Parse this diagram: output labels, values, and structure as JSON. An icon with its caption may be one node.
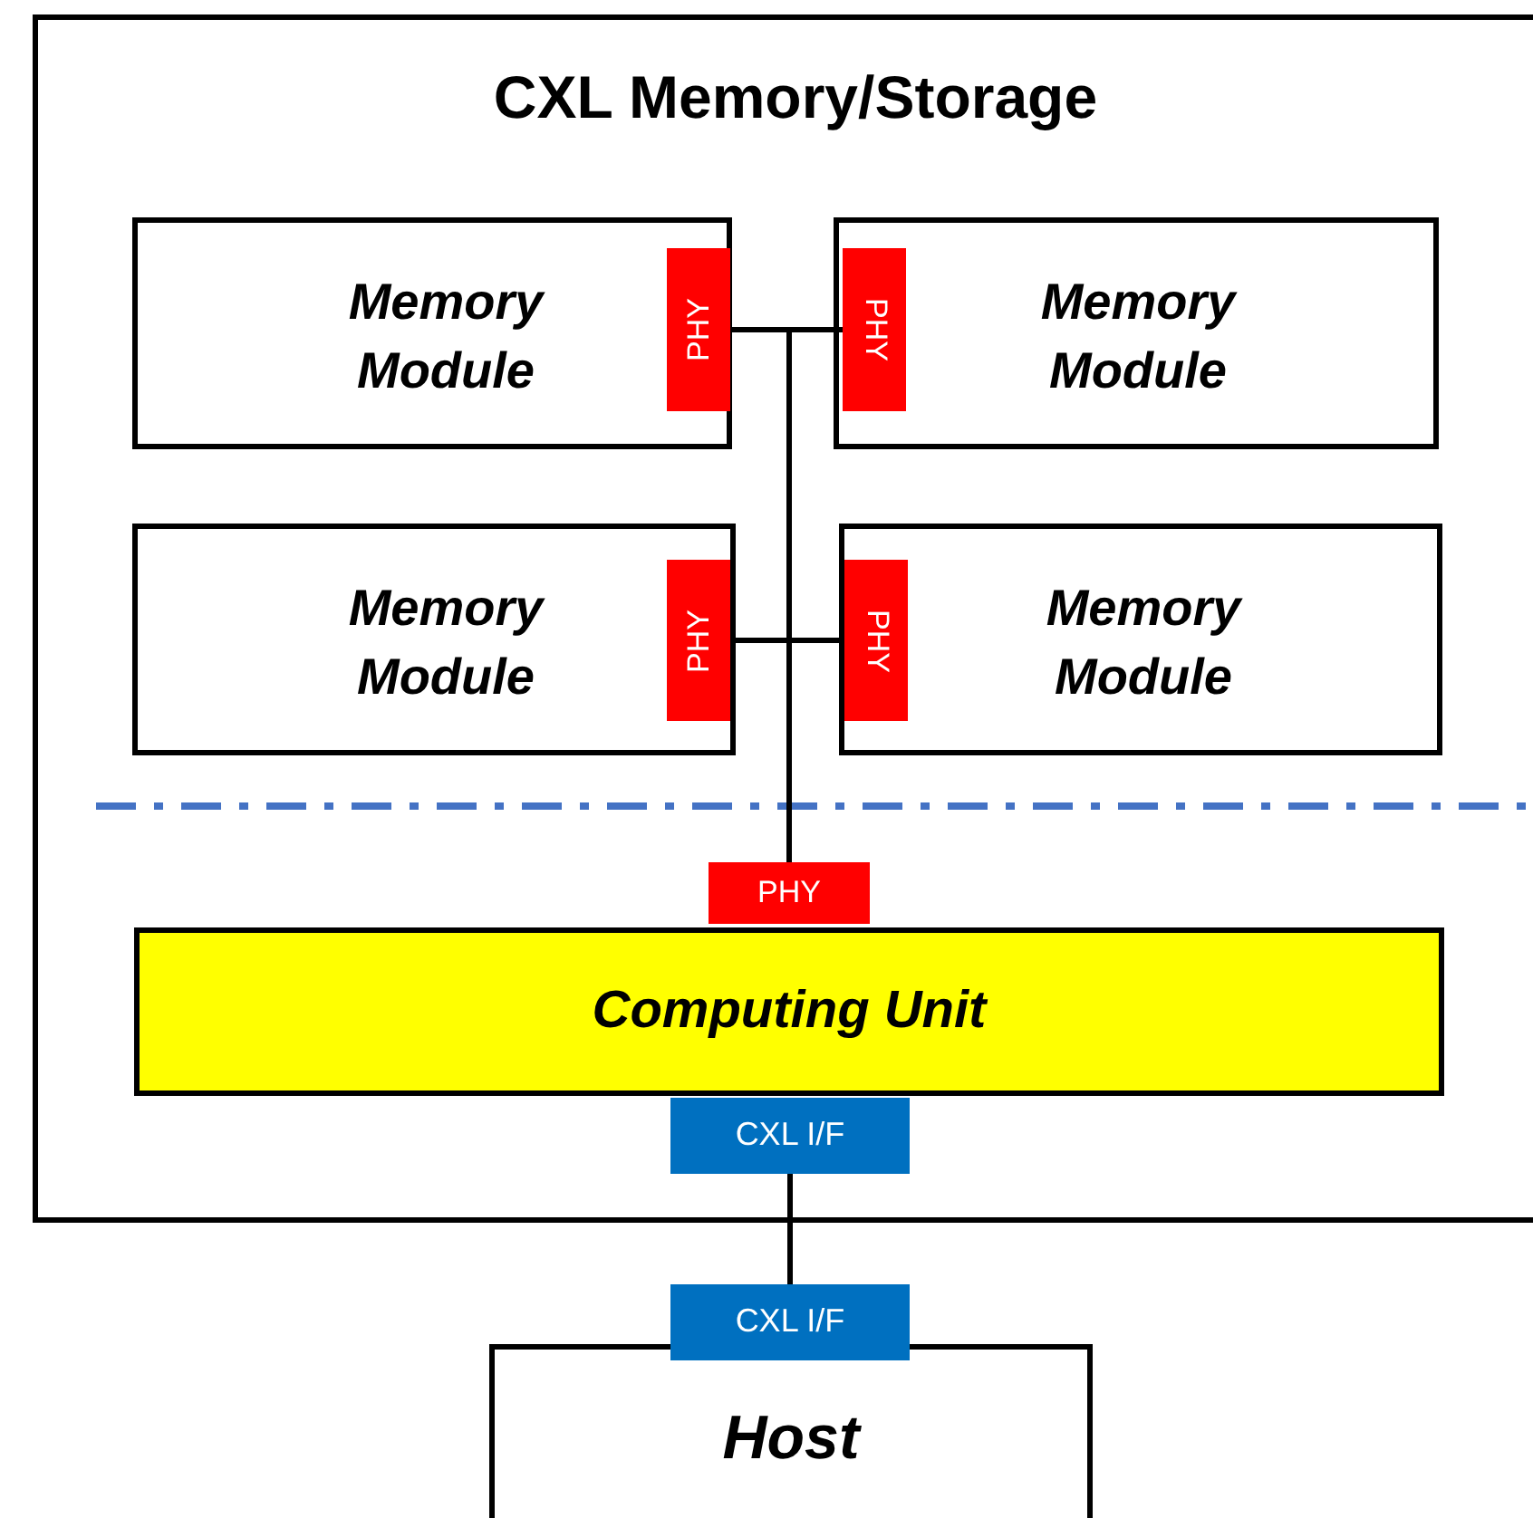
{
  "diagram": {
    "nodes": [
      {
        "text": [
          "CXL Memory/Storage"
        ]
      },
      {
        "text": [
          "Memory Module"
        ],
        "in": 0
      },
      {
        "text": [
          "PHY"
        ],
        "in": 1
      },
      {
        "text": [
          "Memory Module"
        ],
        "in": 0
      },
      {
        "text": [
          "PHY"
        ],
        "in": 3
      },
      {
        "text": [
          "Memory Module"
        ],
        "in": 0
      },
      {
        "text": [
          "PHY"
        ],
        "in": 5
      },
      {
        "text": [
          "Memory Module"
        ],
        "in": 0
      },
      {
        "text": [
          "PHY"
        ],
        "in": 7
      },
      {
        "text": [
          "PHY"
        ],
        "in": 0
      },
      {
        "text": [
          "Computing Unit"
        ],
        "in": 0
      },
      {
        "text": [
          "CXL I/F"
        ],
        "in": 0
      },
      {
        "text": [
          "CXL I/F"
        ]
      },
      {
        "text": [
          "Host"
        ]
      }
    ],
    "edges": [
      {
        "from": 9,
        "to": 2,
        "arrow": "none"
      },
      {
        "from": 9,
        "to": 4,
        "arrow": "none"
      },
      {
        "from": 9,
        "to": 6,
        "arrow": "none"
      },
      {
        "from": 9,
        "to": 8,
        "arrow": "none"
      },
      {
        "from": 11,
        "to": 12,
        "arrow": "none"
      }
    ]
  }
}
